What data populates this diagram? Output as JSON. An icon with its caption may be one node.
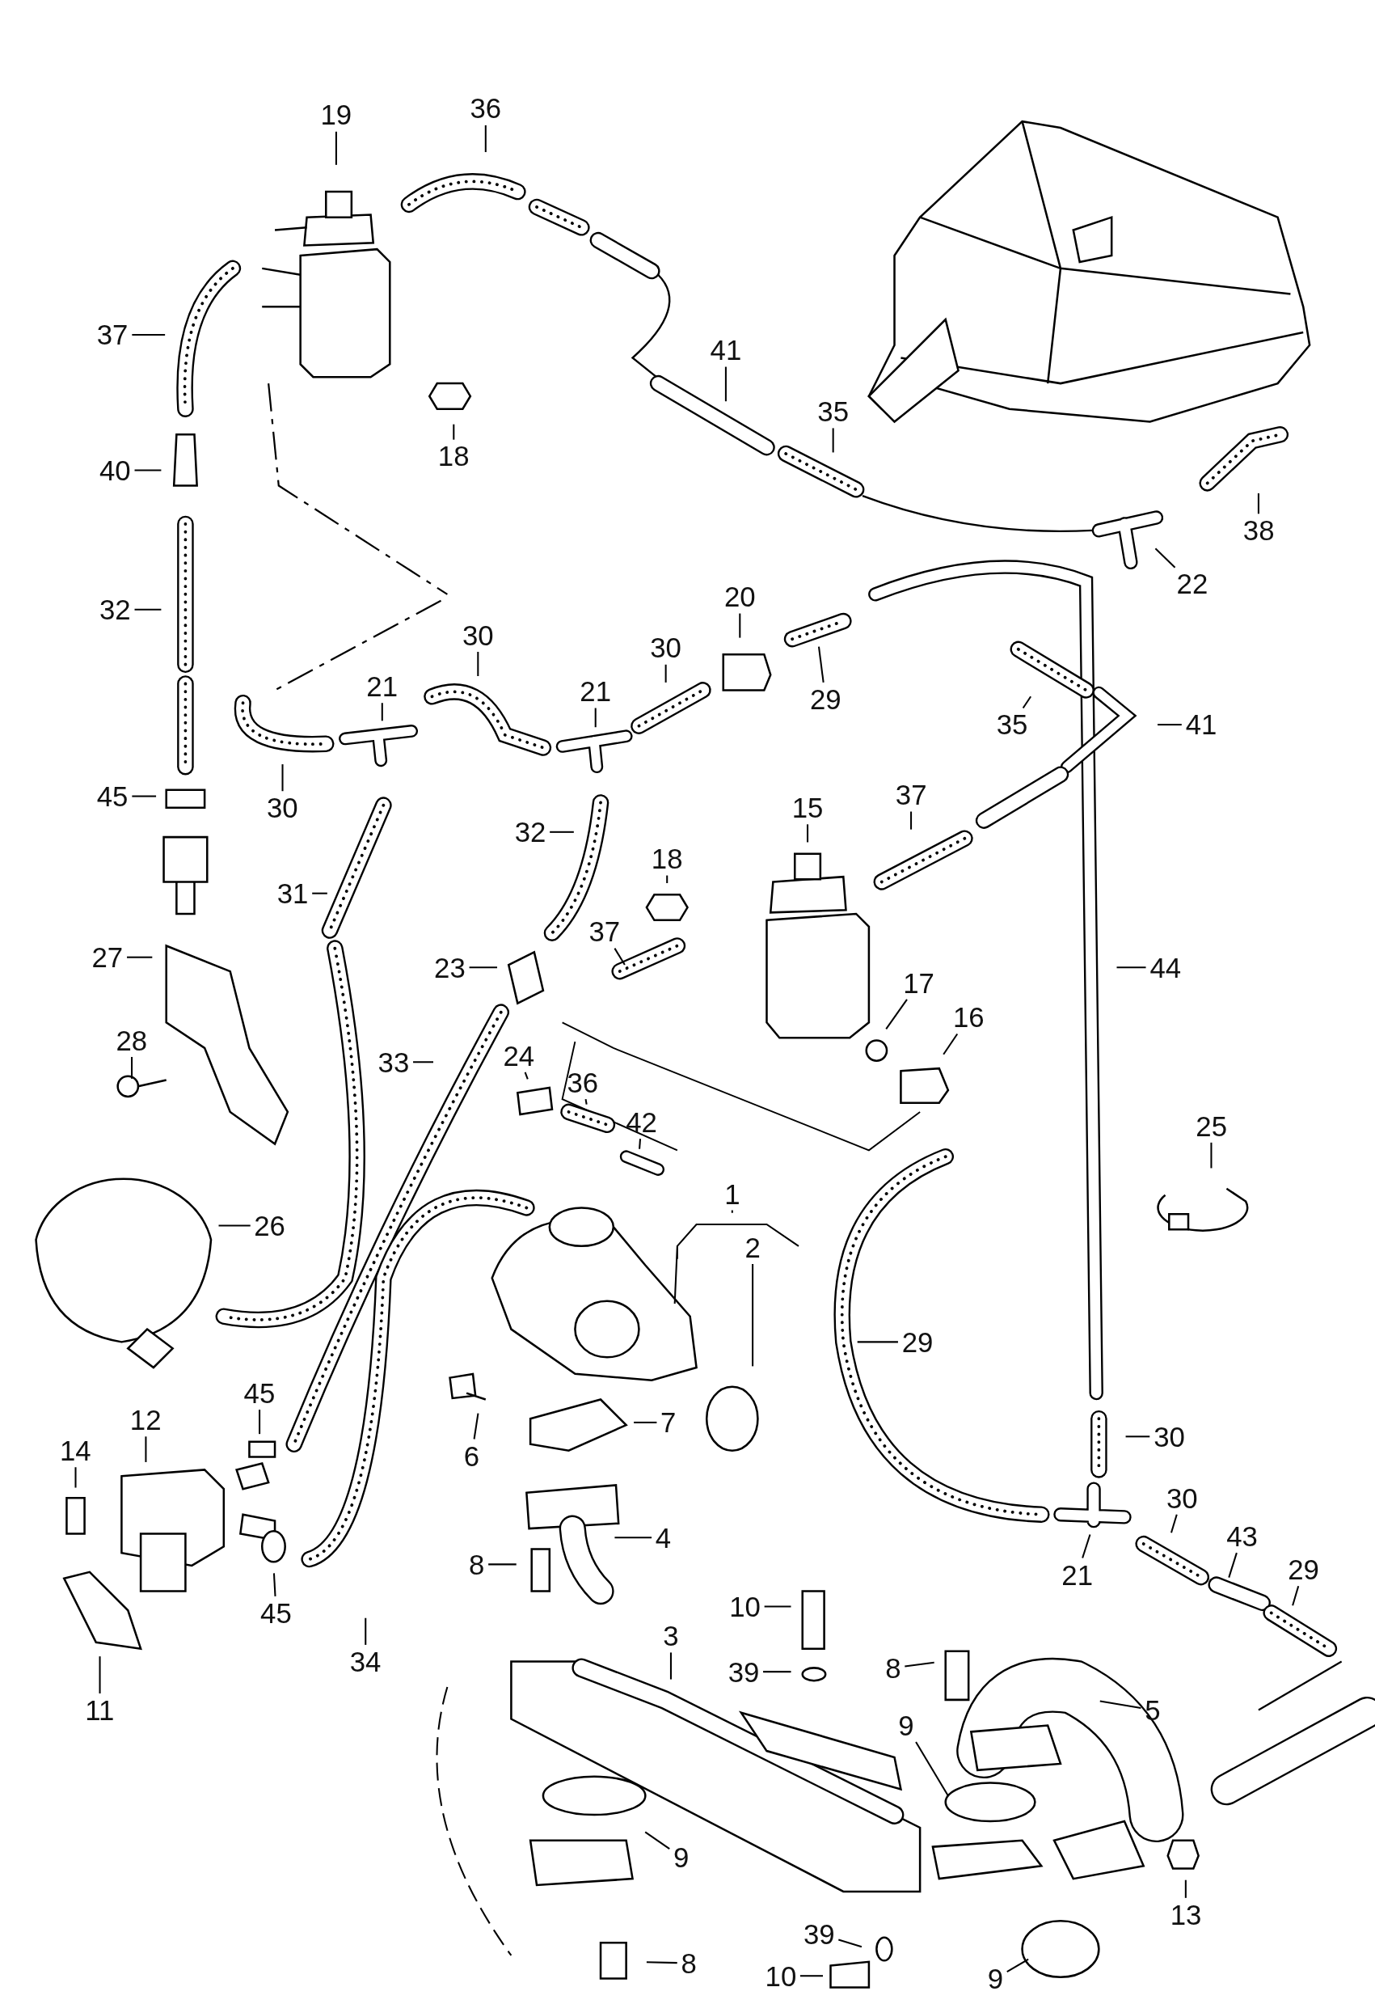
{
  "diagram": {
    "nodes": [
      {
        "text": [
          "36"
        ]
      },
      {
        "text": [
          "19"
        ]
      },
      {
        "text": [
          "37"
        ]
      },
      {
        "text": [
          "41"
        ]
      },
      {
        "text": [
          "35"
        ]
      },
      {
        "text": [
          "18"
        ]
      },
      {
        "text": [
          "40"
        ]
      },
      {
        "text": [
          "38"
        ]
      },
      {
        "text": [
          "22"
        ]
      },
      {
        "text": [
          "20"
        ]
      },
      {
        "text": [
          "32"
        ]
      },
      {
        "text": [
          "30"
        ]
      },
      {
        "text": [
          "30"
        ]
      },
      {
        "text": [
          "21"
        ]
      },
      {
        "text": [
          "21"
        ]
      },
      {
        "text": [
          "29"
        ]
      },
      {
        "text": [
          "35"
        ]
      },
      {
        "text": [
          "41"
        ]
      },
      {
        "text": [
          "45"
        ]
      },
      {
        "text": [
          "37"
        ]
      },
      {
        "text": [
          "30"
        ]
      },
      {
        "text": [
          "15"
        ]
      },
      {
        "text": [
          "32"
        ]
      },
      {
        "text": [
          "18"
        ]
      },
      {
        "text": [
          "31"
        ]
      },
      {
        "text": [
          "37"
        ]
      },
      {
        "text": [
          "27"
        ]
      },
      {
        "text": [
          "23"
        ]
      },
      {
        "text": [
          "44"
        ]
      },
      {
        "text": [
          "17"
        ]
      },
      {
        "text": [
          "16"
        ]
      },
      {
        "text": [
          "28"
        ]
      },
      {
        "text": [
          "24"
        ]
      },
      {
        "text": [
          "33"
        ]
      },
      {
        "text": [
          "36"
        ]
      },
      {
        "text": [
          "42"
        ]
      },
      {
        "text": [
          "25"
        ]
      },
      {
        "text": [
          "1"
        ]
      },
      {
        "text": [
          "26"
        ]
      },
      {
        "text": [
          "2"
        ]
      },
      {
        "text": [
          "29"
        ]
      },
      {
        "text": [
          "45"
        ]
      },
      {
        "text": [
          "12"
        ]
      },
      {
        "text": [
          "7"
        ]
      },
      {
        "text": [
          "30"
        ]
      },
      {
        "text": [
          "14"
        ]
      },
      {
        "text": [
          "6"
        ]
      },
      {
        "text": [
          "30"
        ]
      },
      {
        "text": [
          "43"
        ]
      },
      {
        "text": [
          "4"
        ]
      },
      {
        "text": [
          "8"
        ]
      },
      {
        "text": [
          "29"
        ]
      },
      {
        "text": [
          "21"
        ]
      },
      {
        "text": [
          "10"
        ]
      },
      {
        "text": [
          "45"
        ]
      },
      {
        "text": [
          "3"
        ]
      },
      {
        "text": [
          "34"
        ]
      },
      {
        "text": [
          "8"
        ]
      },
      {
        "text": [
          "39"
        ]
      },
      {
        "text": [
          "11"
        ]
      },
      {
        "text": [
          "5"
        ]
      },
      {
        "text": [
          "9"
        ]
      },
      {
        "text": [
          "9"
        ]
      },
      {
        "text": [
          "13"
        ]
      },
      {
        "text": [
          "39"
        ]
      },
      {
        "text": [
          "8"
        ]
      },
      {
        "text": [
          "10"
        ]
      },
      {
        "text": [
          "9"
        ]
      }
    ],
    "edges": [
      {
        "from": 0,
        "to": null,
        "arrow": "none"
      },
      {
        "from": 1,
        "to": null,
        "arrow": "none"
      },
      {
        "from": 2,
        "to": null,
        "arrow": "none"
      },
      {
        "from": 3,
        "to": null,
        "arrow": "none"
      },
      {
        "from": 4,
        "to": null,
        "arrow": "none"
      },
      {
        "from": 5,
        "to": null,
        "arrow": "none"
      },
      {
        "from": 6,
        "to": null,
        "arrow": "none"
      },
      {
        "from": 7,
        "to": null,
        "arrow": "none"
      },
      {
        "from": 8,
        "to": null,
        "arrow": "none"
      },
      {
        "from": 9,
        "to": null,
        "arrow": "none"
      },
      {
        "from": 10,
        "to": null,
        "arrow": "none"
      },
      {
        "from": 11,
        "to": null,
        "arrow": "none"
      },
      {
        "from": 12,
        "to": null,
        "arrow": "none"
      },
      {
        "from": 13,
        "to": null,
        "arrow": "none"
      },
      {
        "from": 14,
        "to": null,
        "arrow": "none"
      },
      {
        "from": 15,
        "to": null,
        "arrow": "none"
      },
      {
        "from": 16,
        "to": null,
        "arrow": "none"
      },
      {
        "from": 17,
        "to": null,
        "arrow": "none"
      },
      {
        "from": 18,
        "to": null,
        "arrow": "none"
      },
      {
        "from": 19,
        "to": null,
        "arrow": "none"
      },
      {
        "from": 20,
        "to": null,
        "arrow": "none"
      },
      {
        "from": 21,
        "to": null,
        "arrow": "none"
      },
      {
        "from": 22,
        "to": null,
        "arrow": "none"
      },
      {
        "from": 23,
        "to": null,
        "arrow": "none"
      },
      {
        "from": 24,
        "to": null,
        "arrow": "none"
      },
      {
        "from": 25,
        "to": null,
        "arrow": "none"
      },
      {
        "from": 26,
        "to": null,
        "arrow": "none"
      },
      {
        "from": 27,
        "to": null,
        "arrow": "none"
      },
      {
        "from": 28,
        "to": null,
        "arrow": "none"
      },
      {
        "from": 29,
        "to": null,
        "arrow": "none"
      },
      {
        "from": 30,
        "to": null,
        "arrow": "none"
      },
      {
        "from": 31,
        "to": null,
        "arrow": "none"
      },
      {
        "from": 32,
        "to": null,
        "arrow": "none"
      },
      {
        "from": 33,
        "to": null,
        "arrow": "none"
      },
      {
        "from": 34,
        "to": null,
        "arrow": "none"
      },
      {
        "from": 35,
        "to": null,
        "arrow": "none"
      },
      {
        "from": 36,
        "to": null,
        "arrow": "none"
      },
      {
        "from": 37,
        "to": null,
        "arrow": "none"
      },
      {
        "from": 38,
        "to": null,
        "arrow": "none"
      },
      {
        "from": 39,
        "to": null,
        "arrow": "none"
      },
      {
        "from": 40,
        "to": null,
        "arrow": "none"
      },
      {
        "from": 41,
        "to": null,
        "arrow": "none"
      },
      {
        "from": 42,
        "to": null,
        "arrow": "none"
      },
      {
        "from": 43,
        "to": null,
        "arrow": "none"
      },
      {
        "from": 44,
        "to": null,
        "arrow": "none"
      },
      {
        "from": 45,
        "to": null,
        "arrow": "none"
      },
      {
        "from": 46,
        "to": null,
        "arrow": "none"
      },
      {
        "from": 47,
        "to": null,
        "arrow": "none"
      },
      {
        "from": 48,
        "to": null,
        "arrow": "none"
      },
      {
        "from": 49,
        "to": null,
        "arrow": "none"
      },
      {
        "from": 50,
        "to": null,
        "arrow": "none"
      },
      {
        "from": 51,
        "to": null,
        "arrow": "none"
      },
      {
        "from": 52,
        "to": null,
        "arrow": "none"
      },
      {
        "from": 53,
        "to": null,
        "arrow": "none"
      },
      {
        "from": 54,
        "to": null,
        "arrow": "none"
      },
      {
        "from": 55,
        "to": null,
        "arrow": "none"
      },
      {
        "from": 56,
        "to": null,
        "arrow": "none"
      },
      {
        "from": 57,
        "to": null,
        "arrow": "none"
      },
      {
        "from": 58,
        "to": null,
        "arrow": "none"
      },
      {
        "from": 59,
        "to": null,
        "arrow": "none"
      },
      {
        "from": 60,
        "to": null,
        "arrow": "none"
      },
      {
        "from": 61,
        "to": null,
        "arrow": "none"
      },
      {
        "from": 62,
        "to": null,
        "arrow": "none"
      },
      {
        "from": 63,
        "to": null,
        "arrow": "none"
      },
      {
        "from": 64,
        "to": null,
        "arrow": "none"
      },
      {
        "from": 65,
        "to": null,
        "arrow": "none"
      },
      {
        "from": 66,
        "to": null,
        "arrow": "none"
      },
      {
        "from": 67,
        "to": null,
        "arrow": "none"
      }
    ]
  }
}
